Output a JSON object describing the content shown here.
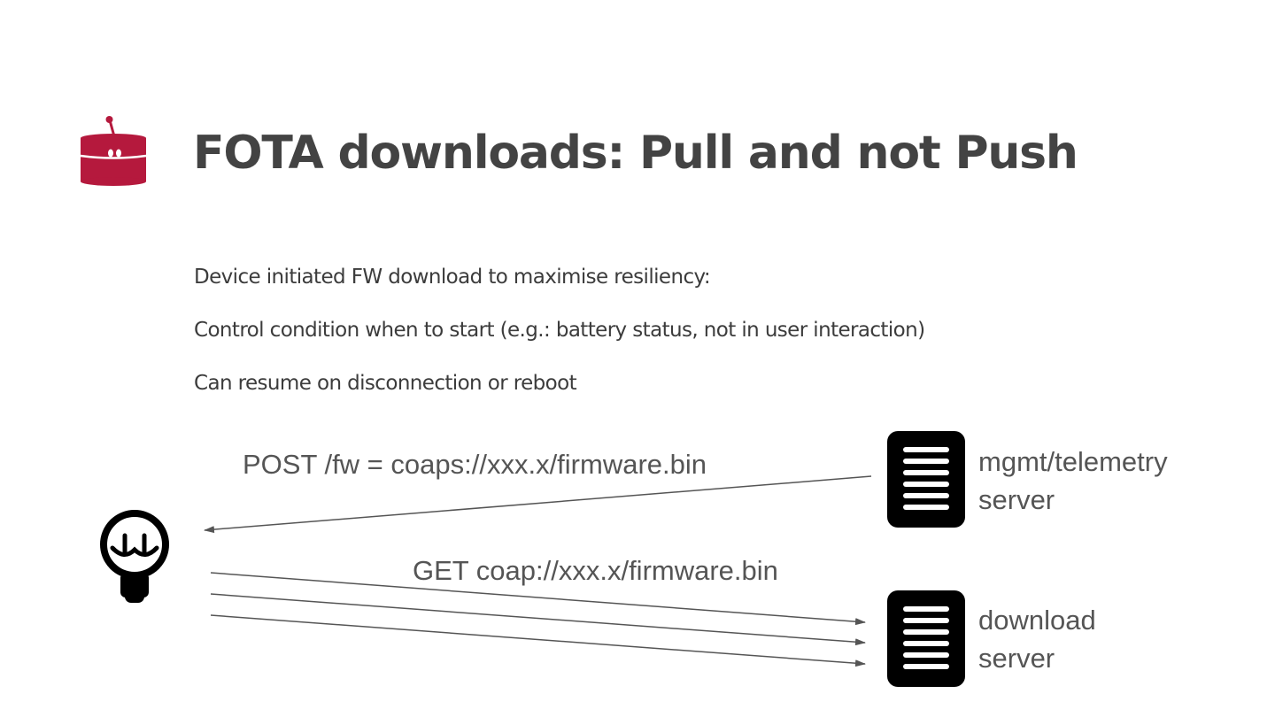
{
  "slide": {
    "title": "FOTA downloads: Pull and not Push",
    "bullets": [
      "Device initiated FW download to maximise resiliency:",
      "Control condition when to start (e.g.: battery status, not in user interaction)",
      "Can resume on disconnection or reboot"
    ]
  },
  "brand": {
    "logo_icon": "robot-logo-icon",
    "accent_color": "#b5193d"
  },
  "diagram": {
    "post_message": "POST /fw = coaps://xxx.x/firmware.bin",
    "get_message": "GET coap://xxx.x/firmware.bin",
    "device_icon": "lightbulb-device-icon",
    "server_icon": "server-document-icon",
    "mgmt_server": {
      "line1": "mgmt/telemetry",
      "line2": "server"
    },
    "download_server": {
      "line1": "download",
      "line2": "server"
    }
  }
}
